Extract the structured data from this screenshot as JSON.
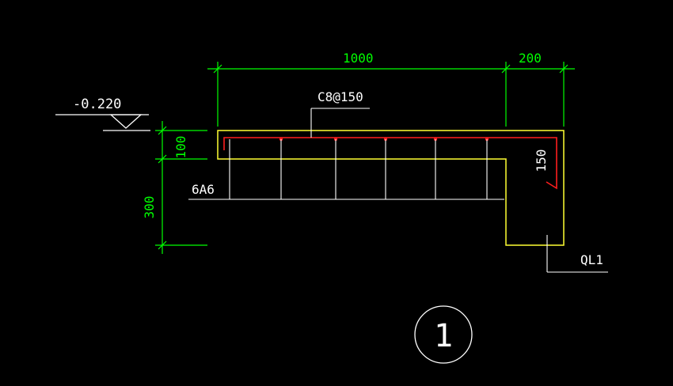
{
  "colors": {
    "background": "#000000",
    "dimension": "#00ff00",
    "outline": "#ffff33",
    "rebar": "#ff1e1e",
    "annotation": "#ffffff"
  },
  "dimensions": {
    "width_main": "1000",
    "width_side": "200",
    "slab_thickness": "100",
    "beam_depth": "300",
    "hook_length": "150"
  },
  "elevation": {
    "label": "-0.220"
  },
  "rebar_labels": {
    "top_bars": "C8@150",
    "distribution_bars": "6A6"
  },
  "beam_label": "QL1",
  "detail_number": "1"
}
